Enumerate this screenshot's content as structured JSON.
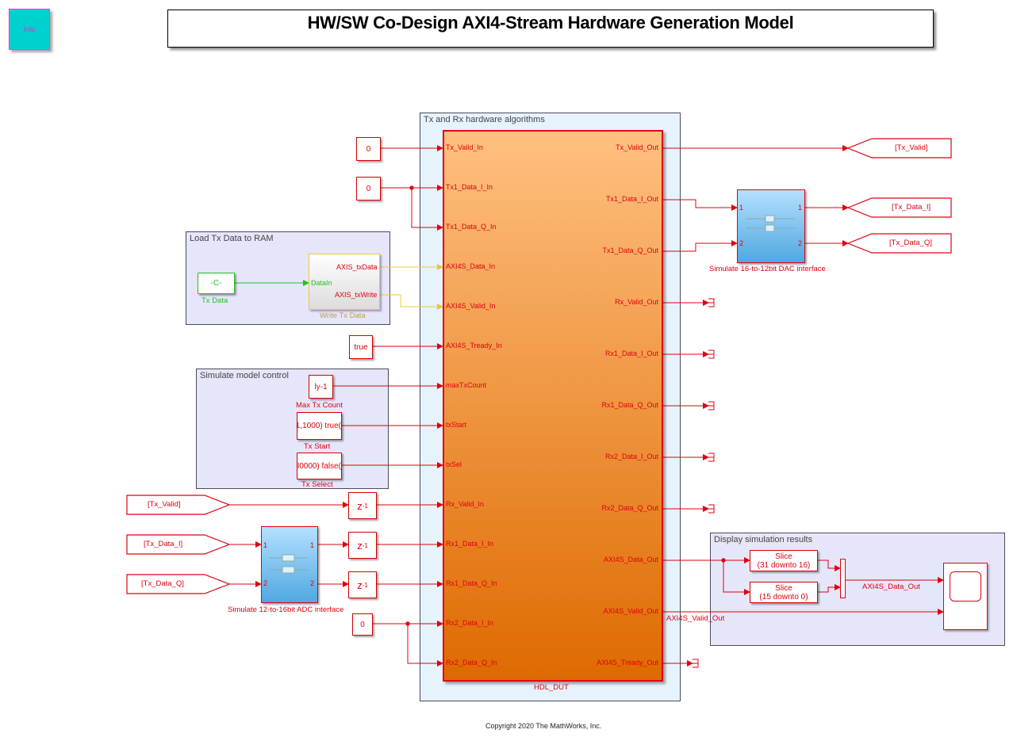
{
  "title": "HW/SW Co-Design AXI4-Stream Hardware Generation Model",
  "info_block": {
    "label": "Info",
    "color": "#00d0d0",
    "border": "#ff40c0"
  },
  "copyright": "Copyright 2020 The MathWorks, Inc.",
  "colors": {
    "signal": "#e0000f",
    "axis_bus": "#e8c840",
    "green": "#20c020",
    "dut_top": "#ffc080",
    "dut_bottom": "#de6a00",
    "area_fill": "#e6e6fa",
    "dut_area_fill": "#e6f3fd"
  },
  "areas": {
    "load_tx": {
      "title": "Load Tx Data to RAM"
    },
    "model_control": {
      "title": "Simulate model control"
    },
    "tx_rx": {
      "title": "Tx and Rx hardware algorithms"
    },
    "display": {
      "title": "Display simulation results"
    }
  },
  "load_tx": {
    "constant": {
      "text": "-C-",
      "label": "Tx Data"
    },
    "write_block": {
      "label": "Write Tx Data",
      "input_port": "DataIn",
      "output_ports": [
        "AXIS_txData",
        "AXIS_txWrite"
      ]
    }
  },
  "model_control": {
    "max_tx": {
      "text": "ly-1",
      "label": "Max Tx Count"
    },
    "tx_start": {
      "text": "1,1000) true(",
      "label": "Tx Start"
    },
    "tx_select": {
      "text": "l0000) false(",
      "label": "Tx Select"
    }
  },
  "constants": {
    "tx_valid": "0",
    "tx_data": "0",
    "tready": "true",
    "rx2": "0"
  },
  "from_tags": [
    "[Tx_Valid]",
    "[Tx_Data_I]",
    "[Tx_Data_Q]"
  ],
  "goto_tags": [
    "[Tx_Valid]",
    "[Tx_Data_I]",
    "[Tx_Data_Q]"
  ],
  "delay_text": "z",
  "delay_exp": "-1",
  "adc": {
    "label": "Simulate 12-to-16bit ADC interface",
    "ports_in": [
      "1",
      "2"
    ],
    "ports_out": [
      "1",
      "2"
    ]
  },
  "dac": {
    "label": "Simulate 16-to-12bit DAC interface",
    "ports_in": [
      "1",
      "2"
    ],
    "ports_out": [
      "1",
      "2"
    ]
  },
  "dut": {
    "name": "HDL_DUT",
    "inputs": [
      "Tx_Valid_In",
      "Tx1_Data_I_In",
      "Tx1_Data_Q_In",
      "AXI4S_Data_In",
      "AXI4S_Valid_In",
      "AXI4S_Tready_In",
      "maxTxCount",
      "txStart",
      "txSel",
      "Rx_Valid_In",
      "Rx1_Data_I_In",
      "Rx1_Data_Q_In",
      "Rx2_Data_I_In",
      "Rx2_Data_Q_In"
    ],
    "outputs": [
      "Tx_Valid_Out",
      "Tx1_Data_I_Out",
      "Tx1_Data_Q_Out",
      "Rx_Valid_Out",
      "Rx1_Data_I_Out",
      "Rx1_Data_Q_Out",
      "Rx2_Data_I_Out",
      "Rx2_Data_Q_Out",
      "AXI4S_Data_Out",
      "AXI4S_Valid_Out",
      "AXI4S_Tready_Out"
    ]
  },
  "display": {
    "slice_hi": [
      "Slice",
      "(31 downto 16)"
    ],
    "slice_lo": [
      "Slice",
      "(15 downto 0)"
    ],
    "data_signal_label": "AXI4S_Data_Out",
    "valid_signal_label": "AXI4S_Valid_Out"
  }
}
